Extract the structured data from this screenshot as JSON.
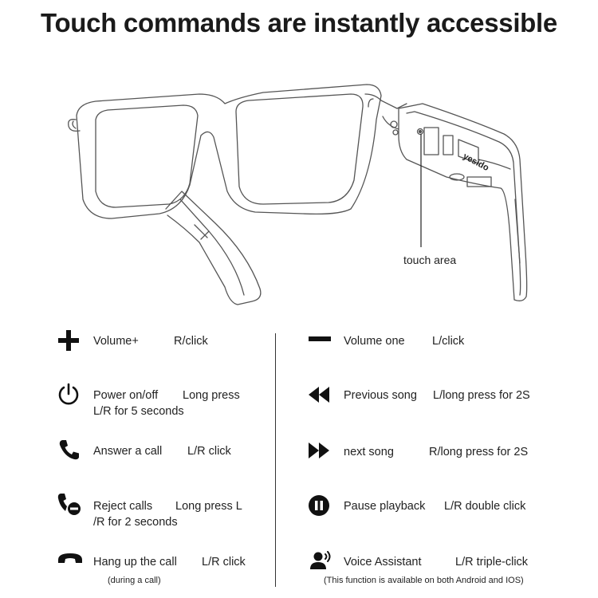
{
  "title": "Touch commands are instantly accessible",
  "touch_area_label": "touch area",
  "left_commands": [
    {
      "icon": "plus-icon",
      "name": "Volume+",
      "action": "R/click",
      "line2": ""
    },
    {
      "icon": "power-icon",
      "name": "Power on/off",
      "action": "Long press",
      "line2": "L/R for 5 seconds"
    },
    {
      "icon": "phone-icon",
      "name": "Answer a call",
      "action": "L/R click",
      "line2": ""
    },
    {
      "icon": "reject-call-icon",
      "name": "Reject calls",
      "action": "Long press L",
      "line2": "/R for 2 seconds"
    },
    {
      "icon": "hang-up-icon",
      "name": "Hang up the call",
      "action": "L/R click",
      "line2": "(during a call)"
    }
  ],
  "right_commands": [
    {
      "icon": "minus-icon",
      "name": "Volume one",
      "action": "L/click",
      "line2": ""
    },
    {
      "icon": "rewind-icon",
      "name": "Previous song",
      "action": "L/long press for 2S",
      "line2": ""
    },
    {
      "icon": "fast-forward-icon",
      "name": "next song",
      "action": "R/long press for 2S",
      "line2": ""
    },
    {
      "icon": "pause-icon",
      "name": "Pause playback",
      "action": "L/R double click",
      "line2": ""
    },
    {
      "icon": "voice-assistant-icon",
      "name": "Voice Assistant",
      "action": "L/R triple-click",
      "line2": "(This function is available on both Android and IOS)"
    }
  ],
  "brand_mark": "yesido"
}
